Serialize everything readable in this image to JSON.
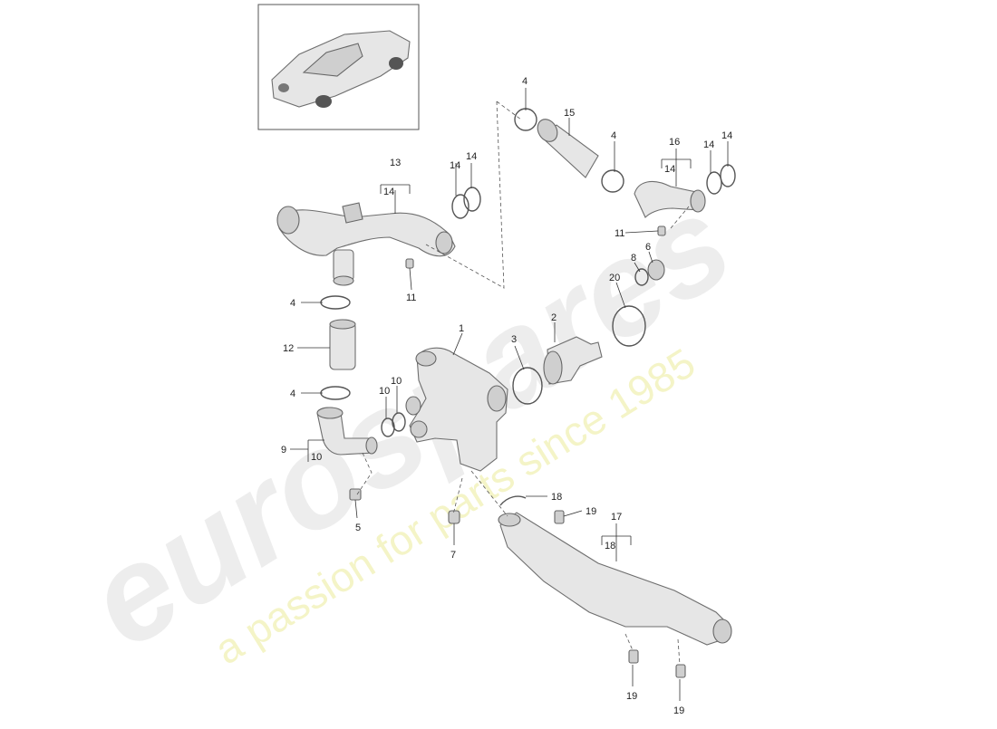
{
  "watermark": {
    "brand": "eurospares",
    "tagline": "a passion for parts since 1985"
  },
  "callouts": {
    "c1": "1",
    "c2": "2",
    "c3": "3",
    "c4a": "4",
    "c4b": "4",
    "c4c": "4",
    "c4d": "4",
    "c5": "5",
    "c6": "6",
    "c7": "7",
    "c8": "8",
    "c9": "9",
    "c10a": "10",
    "c10b": "10",
    "c10c": "10",
    "c11a": "11",
    "c11b": "11",
    "c12": "12",
    "c13": "13",
    "c14a": "14",
    "c14b": "14",
    "c14c": "14",
    "c14d": "14",
    "c14e": "14",
    "c14f": "14",
    "c15": "15",
    "c16": "16",
    "c17": "17",
    "c18a": "18",
    "c18b": "18",
    "c19a": "19",
    "c19b": "19",
    "c19c": "19",
    "c20": "20"
  },
  "colors": {
    "part_fill": "#e6e6e6",
    "part_stroke": "#6e6e6e",
    "watermark_tag": "#ecec9a"
  }
}
